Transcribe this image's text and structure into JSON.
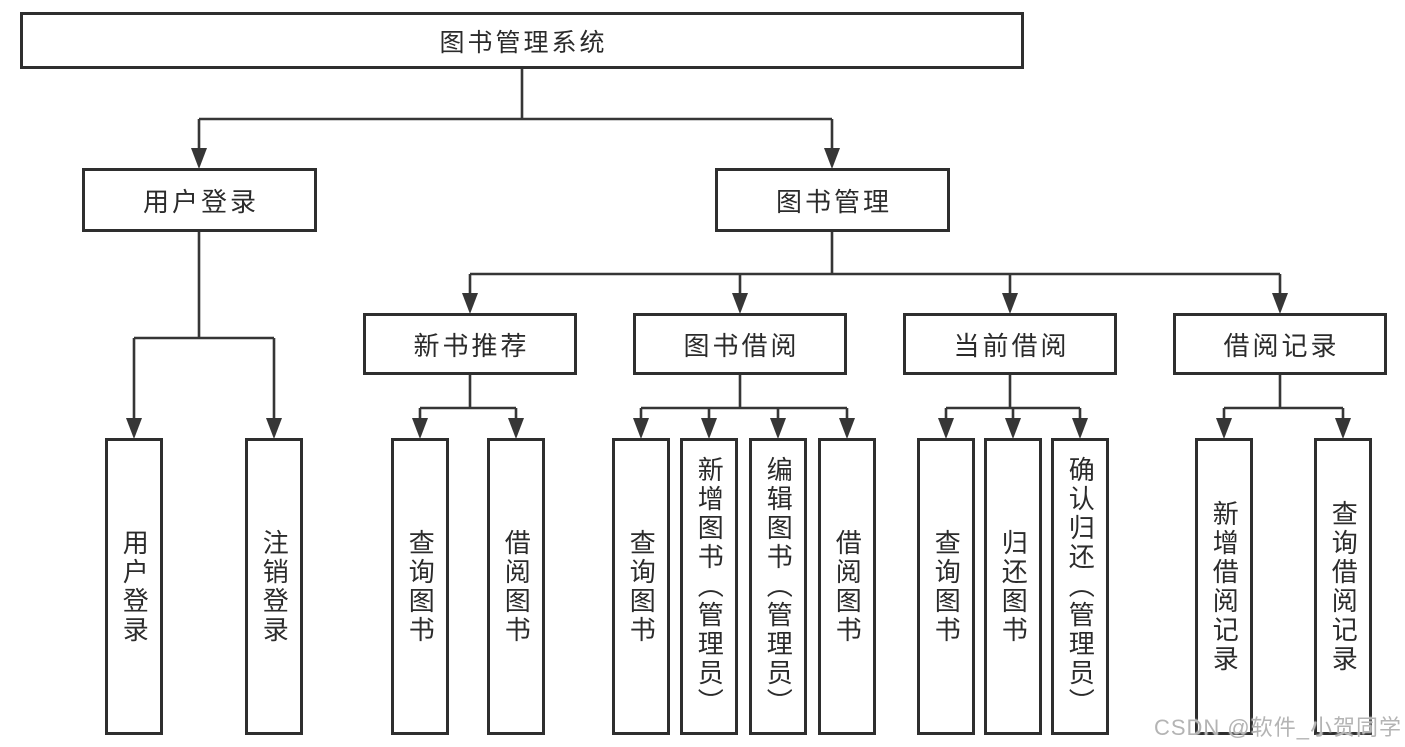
{
  "colors": {
    "background": "#ffffff",
    "box_border": "#2e2e2e",
    "connector_line": "#363636",
    "text": "#2b2b2b",
    "watermark_text": "#b4b4b4"
  },
  "tree": {
    "root": "图书管理系统",
    "branches": [
      {
        "label": "用户登录",
        "children": [
          "用户登录",
          "注销登录"
        ]
      },
      {
        "label": "图书管理",
        "sections": [
          {
            "label": "新书推荐",
            "children": [
              "查询图书",
              "借阅图书"
            ]
          },
          {
            "label": "图书借阅",
            "children": [
              "查询图书",
              "新增图书（管理员）",
              "编辑图书（管理员）",
              "借阅图书"
            ]
          },
          {
            "label": "当前借阅",
            "children": [
              "查询图书",
              "归还图书",
              "确认归还（管理员）"
            ]
          },
          {
            "label": "借阅记录",
            "children": [
              "新增借阅记录",
              "查询借阅记录"
            ]
          }
        ]
      }
    ]
  },
  "watermark": {
    "text": "CSDN @软件_小贺同学"
  }
}
